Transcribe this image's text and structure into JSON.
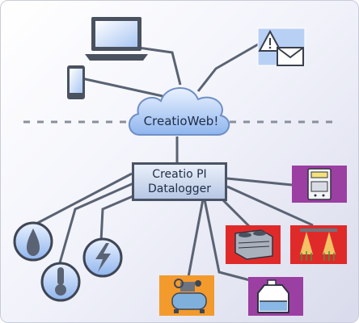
{
  "diagram": {
    "cloud_label": "CreatioWeb!",
    "logger_line1": "Creatio PI",
    "logger_line2": "Datalogger"
  },
  "colors": {
    "background": "#eef0f8",
    "link_line": "#5a6373",
    "node_blue": "#9fc1f2",
    "panel_purple": "#9b3fa2",
    "panel_red": "#e02a2a",
    "panel_orange": "#f39a2c"
  },
  "icons": [
    "laptop-icon",
    "phone-icon",
    "alert-mail-icon",
    "cloud-icon",
    "water-drop-icon",
    "thermometer-icon",
    "lightning-icon",
    "compressor-icon",
    "tank-icon",
    "chiller-icon",
    "sprinkler-icon",
    "meter-icon"
  ]
}
